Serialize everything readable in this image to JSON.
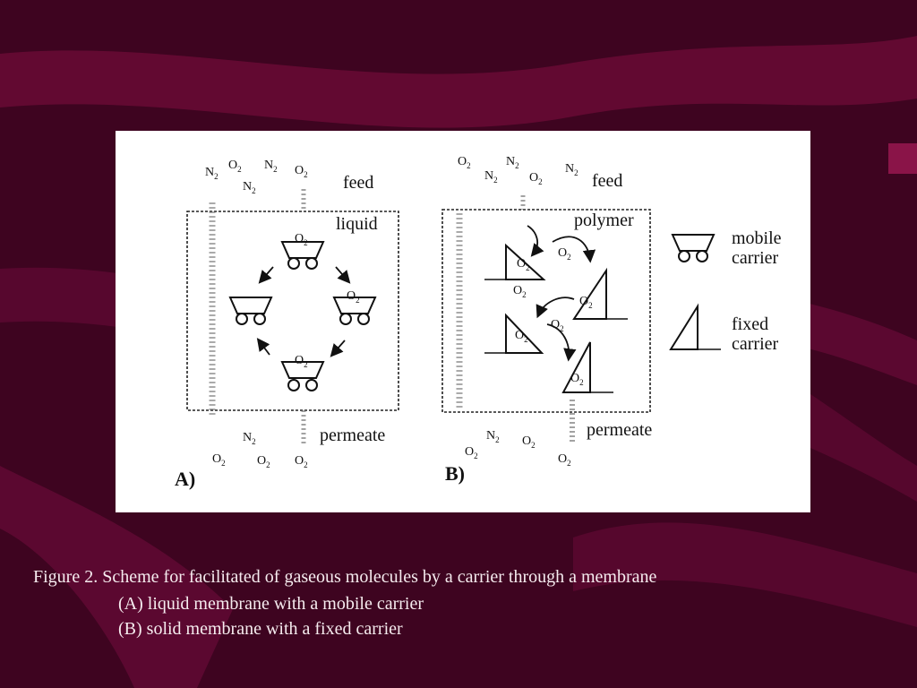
{
  "slide": {
    "background_color": "#3e0420",
    "accent_color": "#6a0a34"
  },
  "figure": {
    "panel_a": {
      "tag": "A)",
      "top_label": "feed",
      "membrane_label": "liquid",
      "bottom_label": "permeate",
      "carrier_molecule": "O2",
      "feed_molecules": [
        "N2",
        "O2",
        "N2",
        "N2",
        "O2"
      ],
      "permeate_molecules": [
        "O2",
        "N2",
        "O2",
        "O2"
      ]
    },
    "panel_b": {
      "tag": "B)",
      "top_label": "feed",
      "membrane_label": "polymer",
      "bottom_label": "permeate",
      "carrier_molecule": "O2",
      "feed_molecules": [
        "O2",
        "N2",
        "N2",
        "O2",
        "N2"
      ],
      "permeate_molecules": [
        "O2",
        "N2",
        "O2",
        "O2"
      ]
    },
    "legend": {
      "mobile_carrier_line1": "mobile",
      "mobile_carrier_line2": "carrier",
      "fixed_carrier_line1": "fixed",
      "fixed_carrier_line2": "carrier"
    }
  },
  "caption": {
    "line1": "Figure 2. Scheme for facilitated of gaseous molecules by a carrier through a membrane",
    "line2": "(A) liquid membrane with a mobile carrier",
    "line3": "(B) solid membrane with a fixed carrier"
  }
}
